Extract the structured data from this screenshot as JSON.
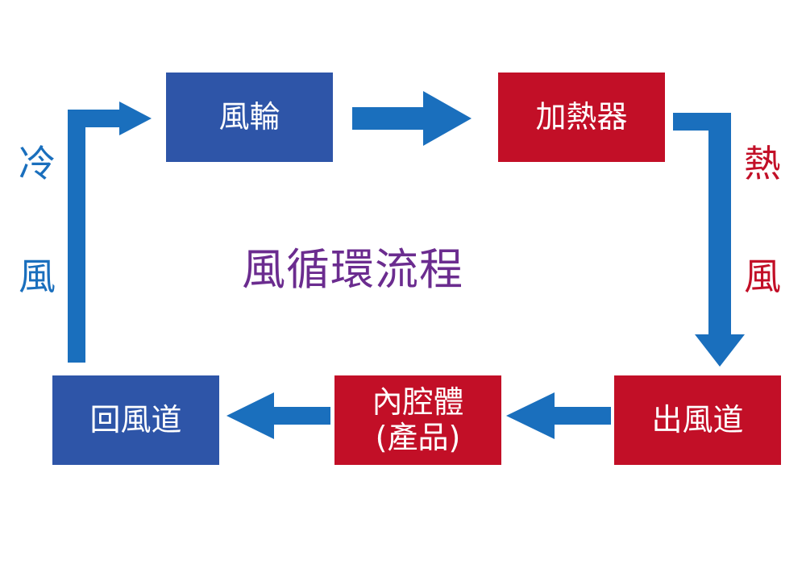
{
  "title": {
    "text": "風循環流程",
    "color": "#6b2c8f"
  },
  "colors": {
    "cold": "#2e55a8",
    "hot": "#c20f27",
    "arrow": "#1a6fbd",
    "text_on_box": "#ffffff"
  },
  "nodes": {
    "fan": {
      "label": "風輪",
      "color": "blue"
    },
    "heater": {
      "label": "加熱器",
      "color": "red"
    },
    "outlet_duct": {
      "label": "出風道",
      "color": "red"
    },
    "inner_cavity": {
      "label_line1": "內腔體",
      "label_line2": "(產品)",
      "color": "red"
    },
    "return_duct": {
      "label": "回風道",
      "color": "blue"
    }
  },
  "side_labels": {
    "cold_air": [
      "冷",
      "風"
    ],
    "hot_air": [
      "熱",
      "風"
    ]
  },
  "flow": [
    "fan -> heater",
    "heater -> outlet_duct",
    "outlet_duct -> inner_cavity",
    "inner_cavity -> return_duct",
    "return_duct -> fan"
  ]
}
